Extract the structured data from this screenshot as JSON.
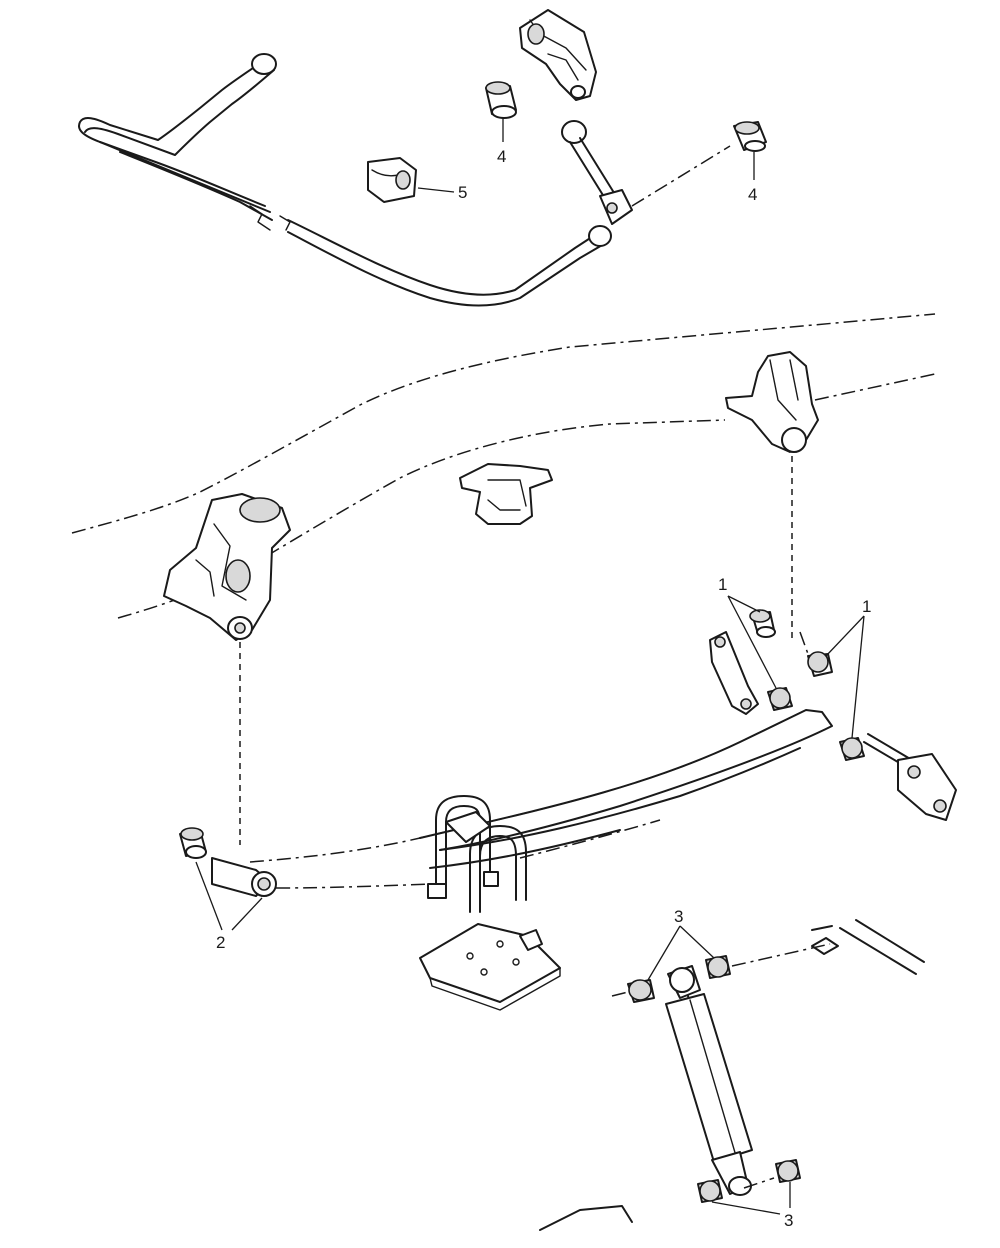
{
  "diagram": {
    "callouts": {
      "c1a": "1",
      "c1b": "1",
      "c2": "2",
      "c3a": "3",
      "c3b": "3",
      "c4a": "4",
      "c4b": "4",
      "c5": "5"
    }
  }
}
